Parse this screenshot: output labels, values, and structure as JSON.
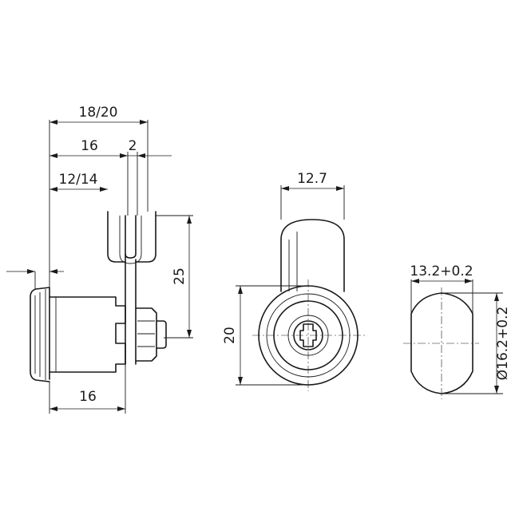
{
  "side_view": {
    "dims": {
      "overall": "18/20",
      "body": "16",
      "cam": "2",
      "thread": "12/14",
      "cam_height": "25",
      "bottom": "16"
    }
  },
  "front_view": {
    "dims": {
      "width": "12.7",
      "height": "20"
    }
  },
  "cutout_view": {
    "dims": {
      "width": "13.2+0.2",
      "diameter": "Ø16.2+0.2"
    }
  }
}
